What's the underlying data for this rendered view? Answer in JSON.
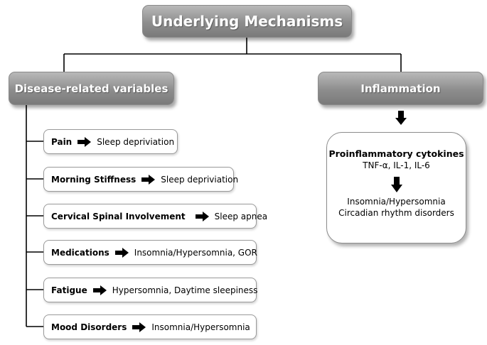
{
  "root": {
    "label": "Underlying Mechanisms"
  },
  "left": {
    "label": "Disease-related variables",
    "items": [
      {
        "name": "Pain",
        "effect": "Sleep depriviation"
      },
      {
        "name": "Morning Stiffness",
        "effect": "Sleep depriviation"
      },
      {
        "name": "Cervical Spinal Involvement",
        "effect": "Sleep apnea"
      },
      {
        "name": "Medications",
        "effect": "Insomnia/Hypersomnia, GOR"
      },
      {
        "name": "Fatigue",
        "effect": "Hypersomnia, Daytime sleepiness"
      },
      {
        "name": "Mood Disorders",
        "effect": "Insomnia/Hypersomnia"
      }
    ]
  },
  "right": {
    "label": "Inflammation",
    "box": {
      "title": "Proinflammatory  cytokines",
      "line1": "TNF-α, IL-1, IL-6",
      "line2": "Insomnia/Hypersomnia",
      "line3": "Circadian rhythm disorders"
    }
  },
  "colors": {
    "header_fill": "#8d8d8d",
    "header_text": "#ffffff",
    "connector": "#000000",
    "arrow": "#000000"
  }
}
